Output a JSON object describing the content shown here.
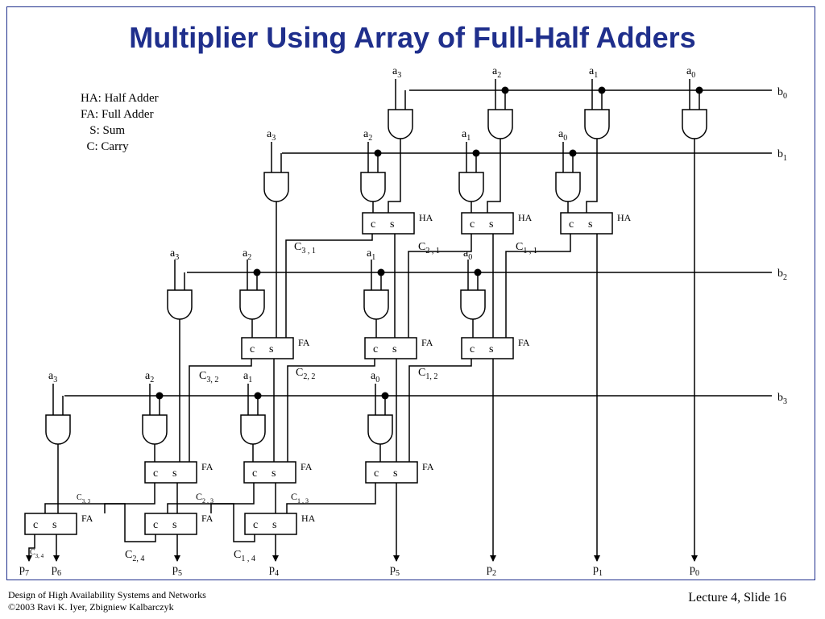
{
  "title": "Multiplier Using Array of Full-Half Adders",
  "legend": [
    "HA: Half Adder",
    "FA: Full Adder",
    "   S: Sum",
    "  C: Carry"
  ],
  "footer": {
    "left_line1": "Design of High Availability Systems and Networks",
    "left_line2": "©2003 Ravi K. Iyer, Zbigniew Kalbarczyk",
    "right": "Lecture 4, Slide 16"
  },
  "gate_type": "AND",
  "adder_port_labels": [
    "c",
    "s"
  ],
  "adder_types": {
    "half": "HA",
    "full": "FA"
  },
  "rows": [
    {
      "b_line": {
        "main": "b",
        "sub": "0"
      },
      "gates": [
        {
          "main": "a",
          "sub": "3"
        },
        {
          "main": "a",
          "sub": "2"
        },
        {
          "main": "a",
          "sub": "1"
        },
        {
          "main": "a",
          "sub": "0"
        }
      ]
    },
    {
      "b_line": {
        "main": "b",
        "sub": "1"
      },
      "gates": [
        {
          "main": "a",
          "sub": "3"
        },
        {
          "main": "a",
          "sub": "2"
        },
        {
          "main": "a",
          "sub": "1"
        },
        {
          "main": "a",
          "sub": "0"
        }
      ],
      "adders": [
        {
          "type": "HA"
        },
        {
          "type": "HA"
        },
        {
          "type": "HA"
        }
      ],
      "carries": [
        {
          "main": "C",
          "sub": "3 , 1"
        },
        {
          "main": "C",
          "sub": "2 , 1"
        },
        {
          "main": "C",
          "sub": "1 , 1"
        }
      ]
    },
    {
      "b_line": {
        "main": "b",
        "sub": "2"
      },
      "gates": [
        {
          "main": "a",
          "sub": "3"
        },
        {
          "main": "a",
          "sub": "2"
        },
        {
          "main": "a",
          "sub": "1"
        },
        {
          "main": "a",
          "sub": "0"
        }
      ],
      "adders": [
        {
          "type": "FA"
        },
        {
          "type": "FA"
        },
        {
          "type": "FA"
        }
      ],
      "carries": [
        {
          "main": "C",
          "sub": "3, 2"
        },
        {
          "main": "C",
          "sub": "2, 2"
        },
        {
          "main": "C",
          "sub": "1, 2"
        }
      ]
    },
    {
      "b_line": {
        "main": "b",
        "sub": "3"
      },
      "gates": [
        {
          "main": "a",
          "sub": "3"
        },
        {
          "main": "a",
          "sub": "2"
        },
        {
          "main": "a",
          "sub": "1"
        },
        {
          "main": "a",
          "sub": "0"
        }
      ],
      "adders": [
        {
          "type": "FA"
        },
        {
          "type": "FA"
        },
        {
          "type": "FA"
        }
      ],
      "carries": [
        {
          "main": "C",
          "sub": "3, 3"
        },
        {
          "main": "C",
          "sub": "2 , 3"
        },
        {
          "main": "C",
          "sub": "1 , 3"
        }
      ]
    }
  ],
  "final_adders": [
    {
      "type": "FA"
    },
    {
      "type": "FA"
    },
    {
      "type": "HA"
    }
  ],
  "final_carries": [
    {
      "main": "C",
      "sub": "3, 4"
    },
    {
      "main": "C",
      "sub": "2,  4"
    },
    {
      "main": "C",
      "sub": "1 ,  4"
    }
  ],
  "outputs": [
    {
      "main": "p",
      "sub": "7"
    },
    {
      "main": "p",
      "sub": "6"
    },
    {
      "main": "p",
      "sub": "5"
    },
    {
      "main": "p",
      "sub": "4"
    },
    {
      "main": "p",
      "sub": "5"
    },
    {
      "main": "p",
      "sub": "2"
    },
    {
      "main": "p",
      "sub": "1"
    },
    {
      "main": "p",
      "sub": "0"
    }
  ]
}
